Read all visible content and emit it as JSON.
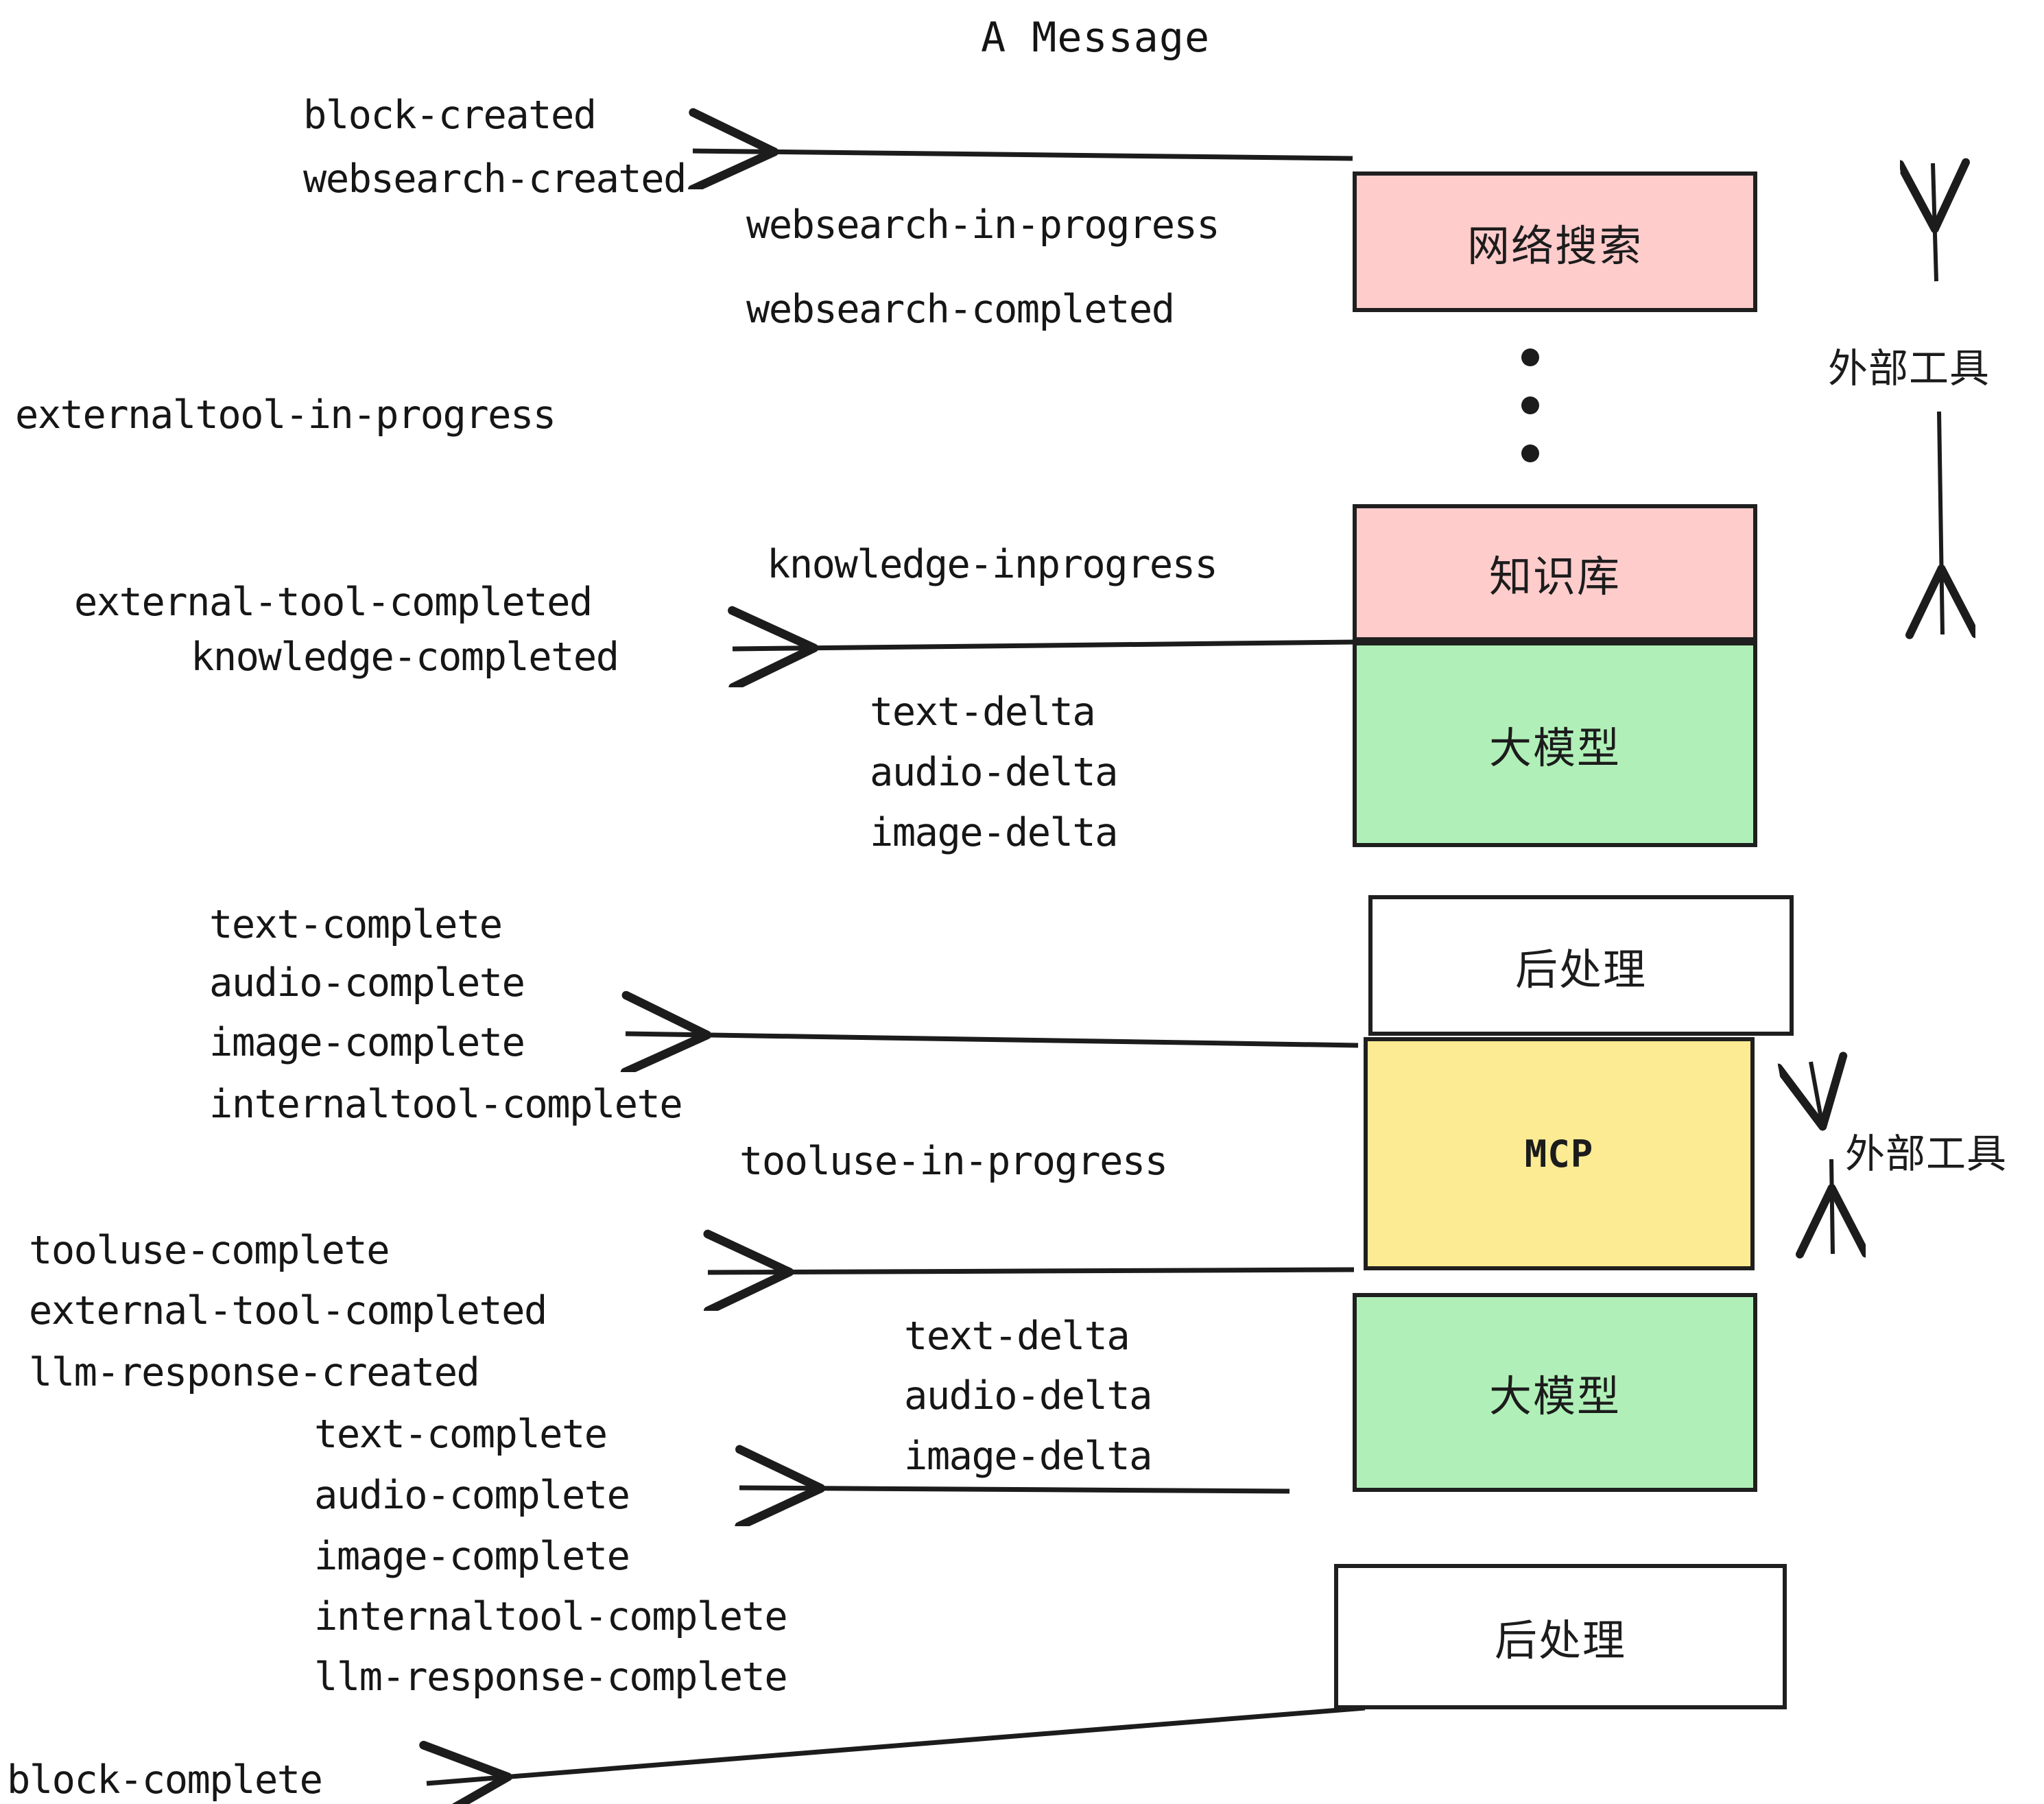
{
  "diagram": {
    "title": "A Message",
    "background": "#ffffff",
    "ink": "#1c1c1c",
    "colors": {
      "websearch_box": "#FFCCCC",
      "knowledge_box": "#FFCCCC",
      "llm_box": "#B0F0B8",
      "mcp_box": "#FCEB92",
      "postprocess_box": "#ffffff",
      "border": "#1f1f1f"
    },
    "nodes": [
      {
        "id": "websearch",
        "label": "网络搜索",
        "fill": "#FFCCCC"
      },
      {
        "id": "knowledge",
        "label": "知识库",
        "fill": "#FFCCCC"
      },
      {
        "id": "llm_first",
        "label": "大模型",
        "fill": "#B0F0B8"
      },
      {
        "id": "postprocess_first",
        "label": "后处理",
        "fill": "#ffffff"
      },
      {
        "id": "mcp",
        "label": "MCP",
        "fill": "#FCEB92"
      },
      {
        "id": "llm_second",
        "label": "大模型",
        "fill": "#B0F0B8"
      },
      {
        "id": "postprocess_second",
        "label": "后处理",
        "fill": "#ffffff"
      }
    ],
    "side_labels": [
      {
        "id": "external_tool_top",
        "text": "外部工具"
      },
      {
        "id": "external_tool_mcp",
        "text": "外部工具"
      }
    ],
    "events": {
      "block_created": "block-created",
      "websearch_created": "websearch-created",
      "websearch_in_progress": "websearch-in-progress",
      "websearch_completed": "websearch-completed",
      "externaltool_in_progress": "externaltool-in-progress",
      "knowledge_inprogress": "knowledge-inprogress",
      "external_tool_completed_1": "external-tool-completed",
      "knowledge_completed": "knowledge-completed",
      "text_delta_1": "text-delta",
      "audio_delta_1": "audio-delta",
      "image_delta_1": "image-delta",
      "text_complete_1": "text-complete",
      "audio_complete_1": "audio-complete",
      "image_complete_1": "image-complete",
      "internaltool_complete_1": "internaltool-complete",
      "tooluse_in_progress": "tooluse-in-progress",
      "tooluse_complete": "tooluse-complete",
      "external_tool_completed_2": "external-tool-completed",
      "llm_response_created": "llm-response-created",
      "text_delta_2": "text-delta",
      "audio_delta_2": "audio-delta",
      "image_delta_2": "image-delta",
      "text_complete_2": "text-complete",
      "audio_complete_2": "audio-complete",
      "image_complete_2": "image-complete",
      "internaltool_complete_2": "internaltool-complete",
      "llm_response_complete": "llm-response-complete",
      "block_complete": "block-complete"
    }
  }
}
